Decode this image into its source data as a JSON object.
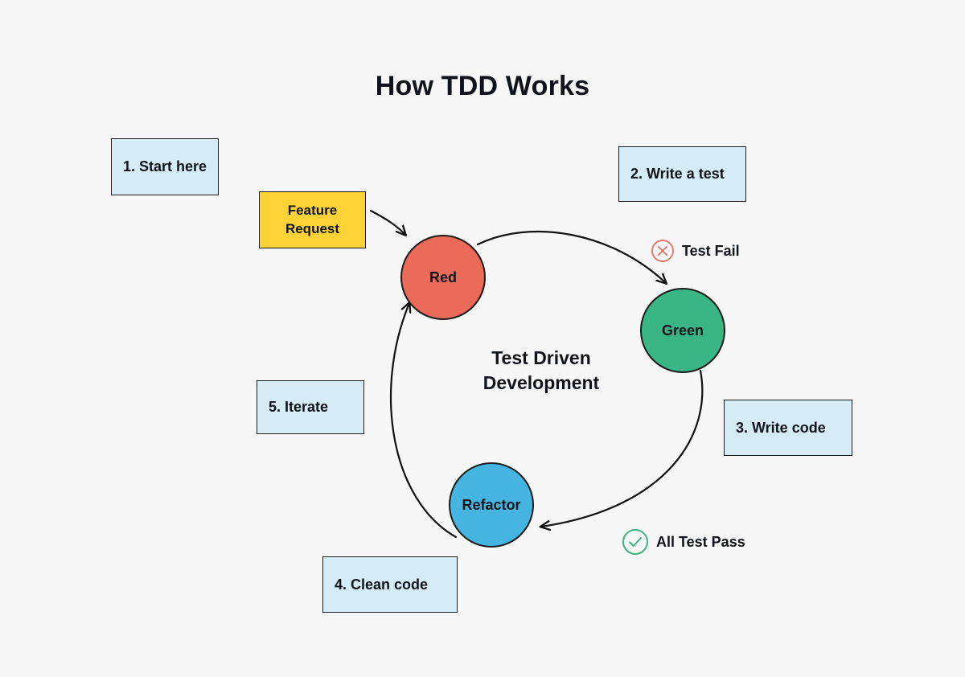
{
  "page": {
    "title": "How TDD Works",
    "background_color": "#f7f7f7"
  },
  "diagram": {
    "center_label_line1": "Test Driven",
    "center_label_line2": "Development",
    "source_box": {
      "line1": "Feature",
      "line2": "Request",
      "fill_color": "#fcd236",
      "border_color": "#1c1c1c"
    },
    "nodes": [
      {
        "id": "red",
        "label": "Red",
        "fill_color": "#ec6a5a",
        "border_color": "#1c1c1c"
      },
      {
        "id": "green",
        "label": "Green",
        "fill_color": "#39b586",
        "border_color": "#1c1c1c"
      },
      {
        "id": "refactor",
        "label": "Refactor",
        "fill_color": "#45b4e0",
        "border_color": "#1c1c1c"
      }
    ],
    "markers": [
      {
        "id": "test-fail",
        "label": "Test Fail",
        "icon": "circle-x-icon",
        "color": "#e0796e"
      },
      {
        "id": "all-test-pass",
        "label": "All Test Pass",
        "icon": "circle-check-icon",
        "color": "#3bb583"
      }
    ],
    "steps": [
      {
        "id": "step-1",
        "label": "1. Start here",
        "fill_color": "#d5ecf6"
      },
      {
        "id": "step-2",
        "label": "2. Write a test",
        "fill_color": "#d5ecf6"
      },
      {
        "id": "step-3",
        "label": "3. Write code",
        "fill_color": "#d5ecf6"
      },
      {
        "id": "step-4",
        "label": "4. Clean code",
        "fill_color": "#d5ecf6"
      },
      {
        "id": "step-5",
        "label": "5. Iterate",
        "fill_color": "#d5ecf6"
      }
    ],
    "arrows": [
      {
        "id": "feature-to-red",
        "from": "Feature Request",
        "to": "Red"
      },
      {
        "id": "red-to-green",
        "from": "Red",
        "to": "Green"
      },
      {
        "id": "green-to-refactor",
        "from": "Green",
        "to": "Refactor"
      },
      {
        "id": "refactor-to-red",
        "from": "Refactor",
        "to": "Red"
      }
    ]
  }
}
